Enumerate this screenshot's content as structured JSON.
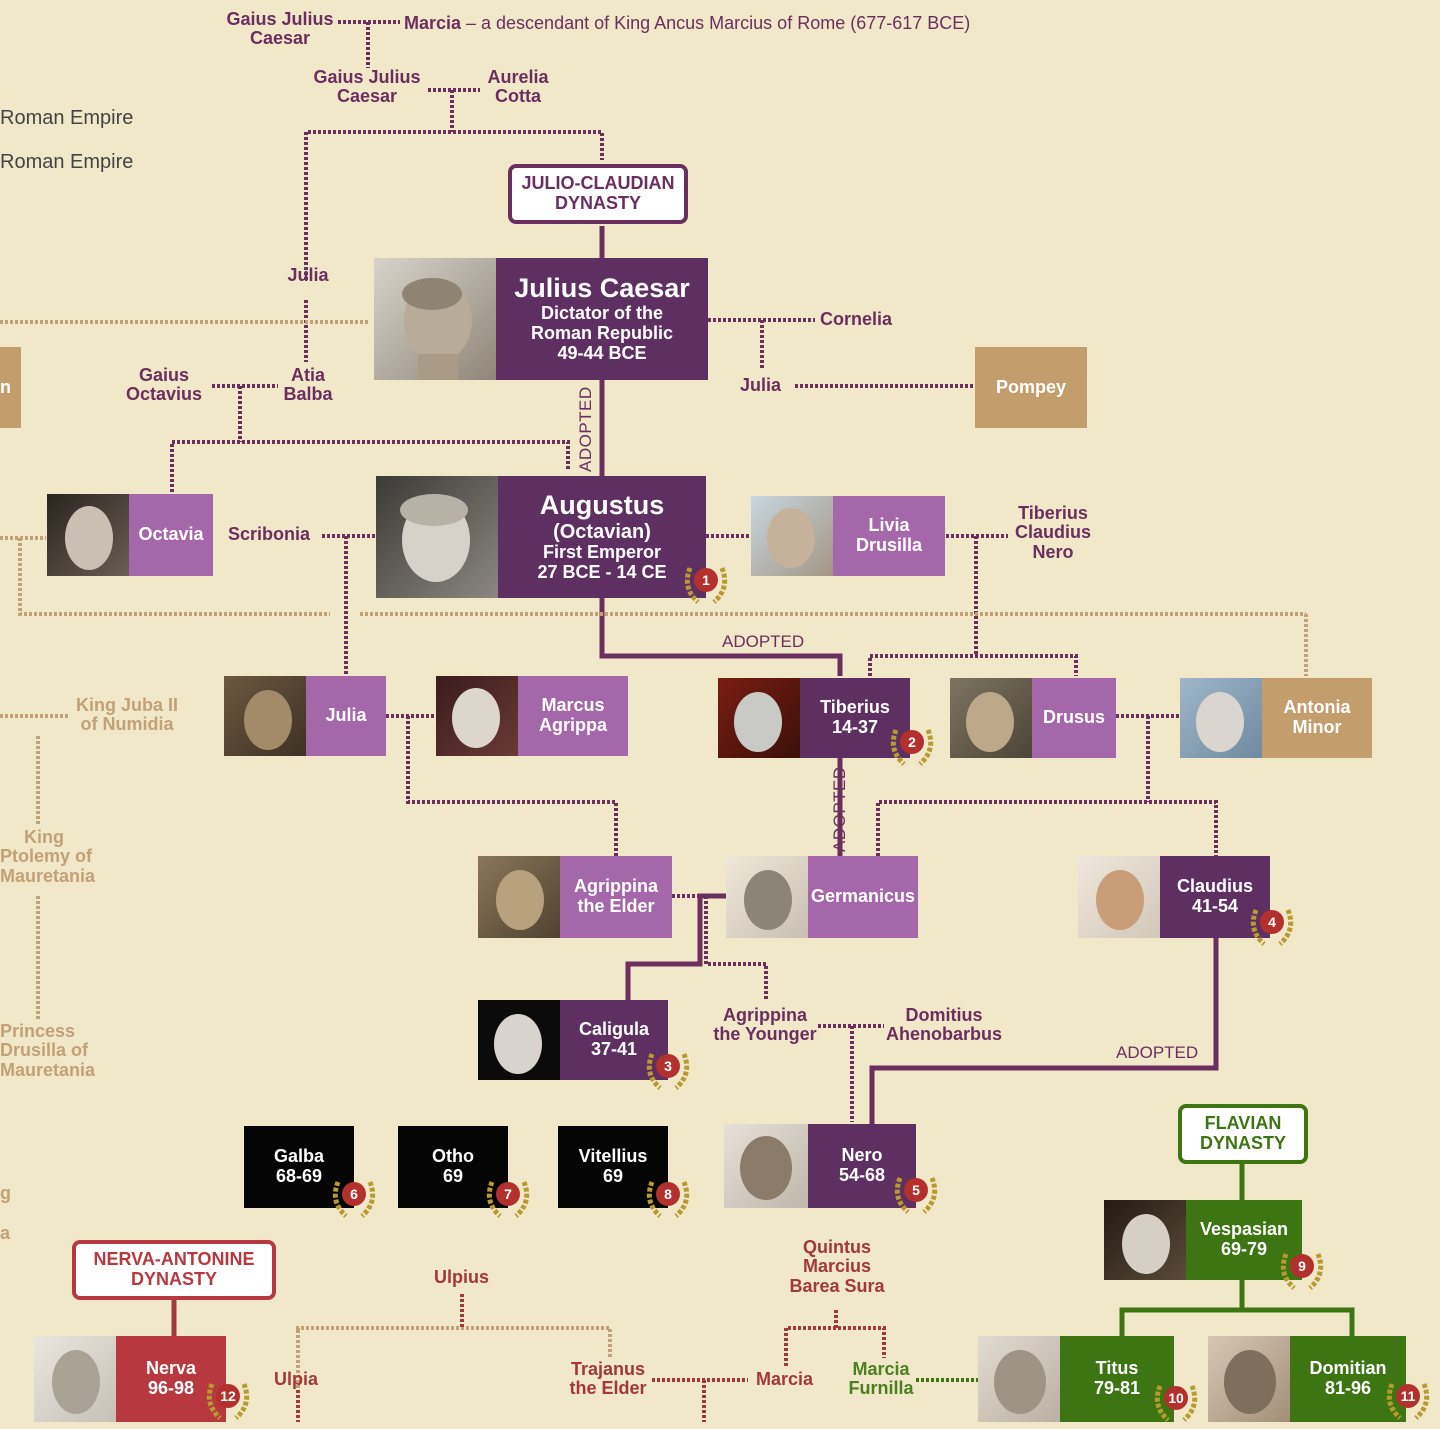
{
  "header": {
    "gaius_julius_caesar_1": "Gaius Julius\nCaesar",
    "marcia_line": "Marcia",
    "marcia_desc": "– a descendant of King Ancus Marcius of Rome (677-617 BCE)",
    "gaius_julius_caesar_2": "Gaius Julius\nCaesar",
    "aurelia_cotta": "Aurelia\nCotta"
  },
  "legend": {
    "item_1": "Roman Empire",
    "item_2": "Roman Empire"
  },
  "dynasties": {
    "julio_claudian": "JULIO-CLAUDIAN\nDYNASTY",
    "flavian": "FLAVIAN\nDYNASTY",
    "nerva_antonine": "NERVA-ANTONINE\nDYNASTY"
  },
  "people": {
    "julia_caesar_sister": "Julia",
    "cornelia": "Cornelia",
    "julia_caesar_daughter": "Julia",
    "pompey": "Pompey",
    "gaius_octavius": "Gaius\nOctavius",
    "atia_balba": "Atia\nBalba",
    "octavia": "Octavia",
    "scribonia": "Scribonia",
    "livia": "Livia\nDrusilla",
    "tiberius_claudius_nero": "Tiberius\nClaudius\nNero",
    "king_juba": "King Juba II\nof Numidia",
    "julia_augustus_daughter": "Julia",
    "marcus_agrippa": "Marcus\nAgrippa",
    "drusus": "Drusus",
    "antonia_minor": "Antonia\nMinor",
    "king_ptolemy": "King\nPtolemy of\nMauretania",
    "agrippina_elder": "Agrippina\nthe Elder",
    "germanicus": "Germanicus",
    "agrippina_younger": "Agrippina\nthe Younger",
    "domitius": "Domitius\nAhenobarbus",
    "princess_drusilla": "Princess\nDrusilla of\nMauretania",
    "ulpius": "Ulpius",
    "ulpia": "Ulpia",
    "quintus": "Quintus\nMarcius\nBarea Sura",
    "trajanus_elder": "Trajanus\nthe Elder",
    "marcia": "Marcia",
    "marcia_furnilla": "Marcia\nFurnilla",
    "left_cut_1": "g",
    "left_cut_2": "a",
    "left_cut_3": "n"
  },
  "emperors": {
    "julius_caesar": {
      "name": "Julius Caesar",
      "title": "Dictator of the\nRoman Republic",
      "years": "49-44 BCE"
    },
    "augustus": {
      "name": "Augustus",
      "alt": "(Octavian)",
      "title": "First Emperor",
      "years": "27 BCE - 14 CE",
      "num": "1"
    },
    "tiberius": {
      "name": "Tiberius",
      "years": "14-37",
      "num": "2"
    },
    "caligula": {
      "name": "Caligula",
      "years": "37-41",
      "num": "3"
    },
    "claudius": {
      "name": "Claudius",
      "years": "41-54",
      "num": "4"
    },
    "nero": {
      "name": "Nero",
      "years": "54-68",
      "num": "5"
    },
    "galba": {
      "name": "Galba",
      "years": "68-69",
      "num": "6"
    },
    "otho": {
      "name": "Otho",
      "years": "69",
      "num": "7"
    },
    "vitellius": {
      "name": "Vitellius",
      "years": "69",
      "num": "8"
    },
    "vespasian": {
      "name": "Vespasian",
      "years": "69-79",
      "num": "9"
    },
    "titus": {
      "name": "Titus",
      "years": "79-81",
      "num": "10"
    },
    "domitian": {
      "name": "Domitian",
      "years": "81-96",
      "num": "11"
    },
    "nerva": {
      "name": "Nerva",
      "years": "96-98",
      "num": "12"
    }
  },
  "annotations": {
    "adopted_augustus": "ADOPTED",
    "adopted_tiberius": "ADOPTED",
    "adopted_germanicus": "ADOPTED",
    "adopted_nero": "ADOPTED"
  },
  "colors": {
    "background": "#f1e7c9",
    "julio_claudian_emperor": "#5e2f61",
    "julio_claudian_member": "#a467a9",
    "marriage_relative": "#c39d6c",
    "year_of_four_emperors": "#050505",
    "flavian": "#3d7512",
    "nerva_antonine": "#b7383f",
    "wreath_badge": "#b2312c"
  }
}
